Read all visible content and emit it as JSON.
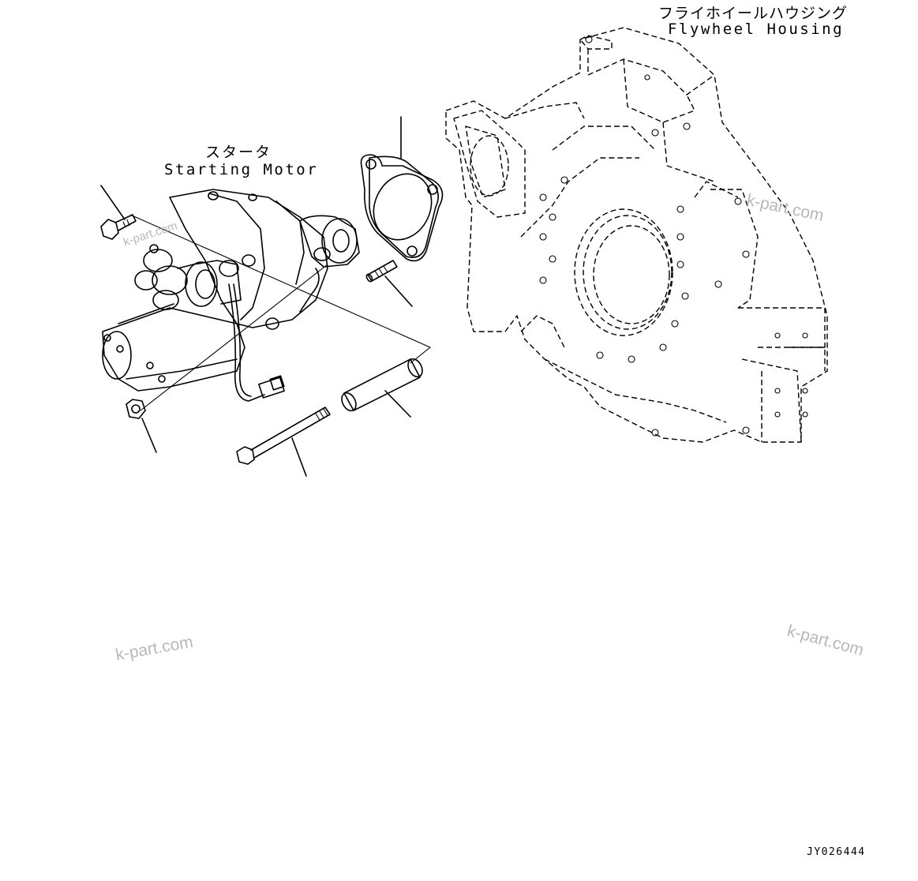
{
  "labels": {
    "flywheel_housing_jp": "フライホイールハウジング",
    "flywheel_housing_en": "Flywheel Housing",
    "starting_motor_jp": "スタータ",
    "starting_motor_en": "Starting Motor"
  },
  "watermarks": {
    "top_right": "k-part.com",
    "mid_left": "k-part.com",
    "mid_right": "k-part.com",
    "small_left": "k-part.com"
  },
  "drawing_code": "JY026444"
}
